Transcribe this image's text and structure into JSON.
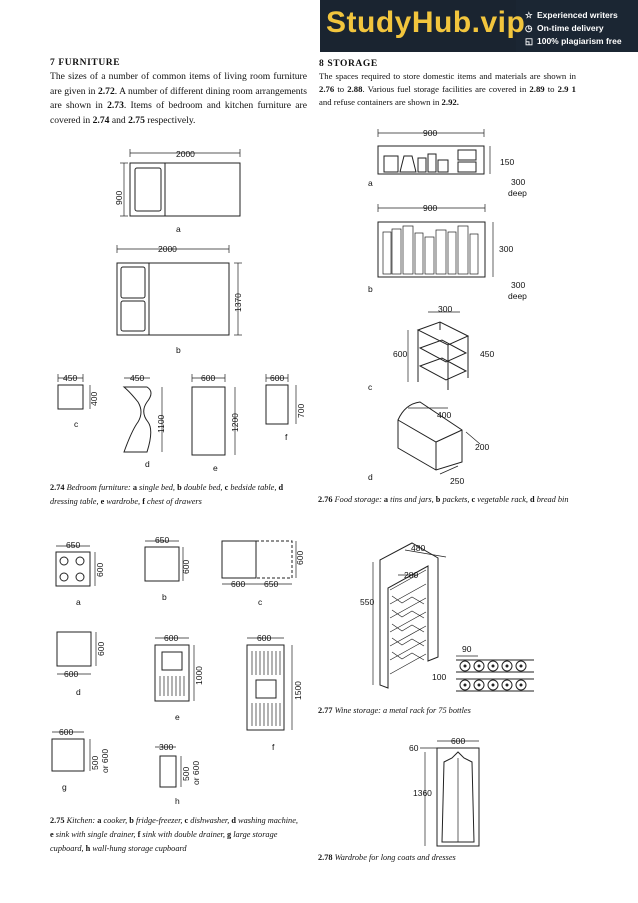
{
  "banner": {
    "brand": "StudyHub.vip",
    "features": [
      {
        "icon": "star-icon",
        "text": "Experienced writers"
      },
      {
        "icon": "clock-icon",
        "text": "On-time delivery"
      },
      {
        "icon": "shield-icon",
        "text": "100% plagiarism free"
      }
    ]
  },
  "left": {
    "heading": "7  FURNITURE",
    "para": {
      "t1": "The sizes of a number of common items of living room furniture are given in ",
      "r1": "2.72",
      "t2": ". A number of different dining room arrangements are shown in ",
      "r2": "2.73",
      "t3": ". Items of bedroom and kitchen furniture are covered in ",
      "r3": "2.74",
      "t4": " and ",
      "r4": "2.75",
      "t5": " respectively."
    },
    "fig274": {
      "dims": {
        "a_w": "2000",
        "a_h": "900",
        "b_w": "2000",
        "b_h": "1370",
        "c_w": "450",
        "c_h": "400",
        "d_w": "450",
        "d_h": "1100",
        "e_w": "600",
        "e_h": "1200",
        "f_w": "600",
        "f_h": "700"
      },
      "labels": {
        "a": "a",
        "b": "b",
        "c": "c",
        "d": "d",
        "e": "e",
        "f": "f"
      },
      "caption": {
        "num": "2.74",
        "text": " Bedroom furniture: ",
        "a": "a",
        "at": " single bed, ",
        "b": "b",
        "bt": " double bed, ",
        "c": "c",
        "ct": " bedside table, ",
        "d": "d",
        "dt": " dressing table, ",
        "e": "e",
        "et": " wardrobe, ",
        "f": "f",
        "ft": " chest of drawers"
      }
    },
    "fig275": {
      "dims": {
        "a_w": "650",
        "a_h": "600",
        "b_w": "650",
        "b_h": "600",
        "c_w1": "600",
        "c_w2": "650",
        "c_h": "600",
        "d_w": "600",
        "d_h": "600",
        "e_w": "600",
        "e_h": "1000",
        "f_w": "600",
        "f_h": "1500",
        "g_w": "600",
        "g_h1": "500",
        "g_h2": "or 600",
        "h_w": "300",
        "h_h1": "500",
        "h_h2": "or 600"
      },
      "labels": {
        "a": "a",
        "b": "b",
        "c": "c",
        "d": "d",
        "e": "e",
        "f": "f",
        "g": "g",
        "h": "h"
      },
      "caption": {
        "num": "2.75",
        "text": " Kitchen: ",
        "a": "a",
        "at": " cooker, ",
        "b": "b",
        "bt": " fridge-freezer, ",
        "c": "c",
        "ct": " dishwasher, ",
        "d": "d",
        "dt": " washing machine, ",
        "e": "e",
        "et": " sink with single drainer, ",
        "f": "f",
        "ft": " sink with double drainer, ",
        "g": "g",
        "gt": " large storage cupboard, ",
        "h": "h",
        "ht": " wall-hung storage cupboard"
      }
    }
  },
  "right": {
    "heading": "8  STORAGE",
    "para": {
      "t1": "The spaces required to store domestic items and materials are shown in ",
      "r1": "2.76",
      "t2": " to ",
      "r2": "2.88",
      "t3": ". Various fuel storage facilities are covered in ",
      "r3": "2.89",
      "t4": " to ",
      "r4": "2.9 1",
      "t5": " and refuse containers are shown in ",
      "r5": "2.92."
    },
    "fig276": {
      "dims": {
        "a_w": "900",
        "a_h": "150",
        "a_d1": "300",
        "a_d2": "deep",
        "b_w": "900",
        "b_h": "300",
        "b_d1": "300",
        "b_d2": "deep",
        "c_w": "300",
        "c_h": "600",
        "c_d": "450",
        "d_w": "400",
        "d_h": "200",
        "d_d": "250"
      },
      "labels": {
        "a": "a",
        "b": "b",
        "c": "c",
        "d": "d"
      },
      "caption": {
        "num": "2.76",
        "text": " Food storage: ",
        "a": "a",
        "at": " tins and jars, ",
        "b": "b",
        "bt": " packets, ",
        "c": "c",
        "ct": " vegetable rack, ",
        "d": "d",
        "dt": " bread bin"
      }
    },
    "fig277": {
      "dims": {
        "w": "480",
        "d": "280",
        "h": "550",
        "p": "90",
        "r": "100"
      },
      "caption": {
        "num": "2.77",
        "text": " Wine storage: a metal rack for 75 bottles"
      }
    },
    "fig278": {
      "dims": {
        "w": "600",
        "d": "60",
        "h": "1360"
      },
      "caption": {
        "num": "2.78",
        "text": " Wardrobe for long coats and dresses"
      }
    }
  }
}
